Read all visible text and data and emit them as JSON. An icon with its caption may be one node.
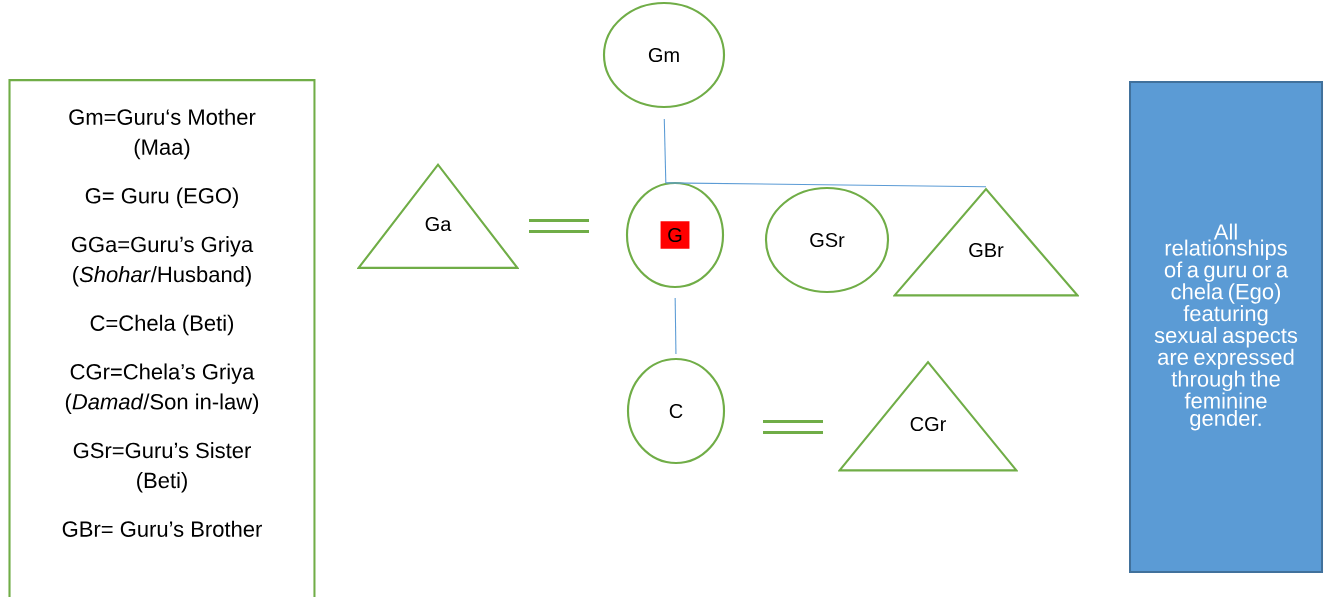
{
  "diagram": {
    "nodes": [
      {
        "text": [
          "Gm=Guru‘s Mother (Maa)",
          "G= Guru (EGO)",
          "GGa=Guru’s Griya (*Shohar*/Husband)",
          "C=Chela (Beti)",
          "CGr=Chela’s Griya (*Damad*/Son in-law)",
          "GSr=Guru’s Sister (Beti)",
          "GBr= Guru’s Brother"
        ]
      },
      {
        "text": [
          "Gm"
        ]
      },
      {
        "text": [
          "Ga"
        ]
      },
      {
        "text": [
          "G"
        ]
      },
      {
        "text": [
          "GSr"
        ]
      },
      {
        "text": [
          "GBr"
        ]
      },
      {
        "text": [
          "C"
        ]
      },
      {
        "text": [
          "CGr"
        ]
      },
      {
        "text": [
          "All relationships of a guru or a chela (Ego) featuring sexual aspects are expressed through the feminine gender."
        ]
      }
    ],
    "edges": [
      {
        "from": 1,
        "to": 3,
        "arrow": "none"
      },
      {
        "from": 3,
        "to": 5,
        "arrow": "none"
      },
      {
        "from": 3,
        "to": 6,
        "arrow": "none"
      }
    ]
  }
}
